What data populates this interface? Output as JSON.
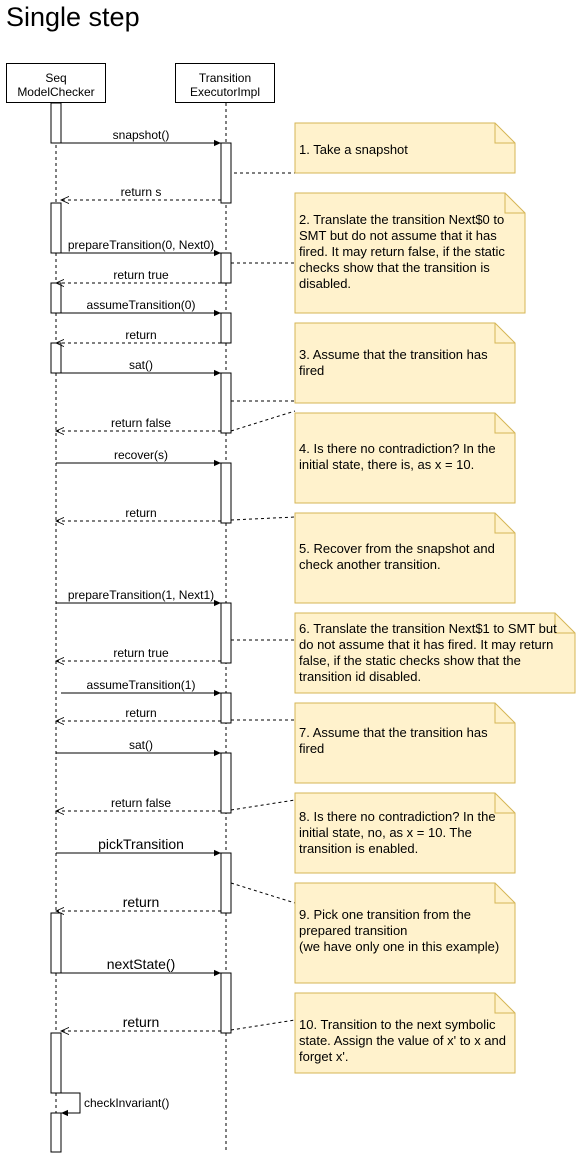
{
  "title": "Single step",
  "lifelines": [
    {
      "id": "seq",
      "line1": "Seq",
      "line2": "ModelChecker"
    },
    {
      "id": "exec",
      "line1": "Transition",
      "line2": "ExecutorImpl"
    }
  ],
  "messages": [
    {
      "label": "snapshot()"
    },
    {
      "label": "return s"
    },
    {
      "label": "prepareTransition(0, Next0)"
    },
    {
      "label": "return true"
    },
    {
      "label": "assumeTransition(0)"
    },
    {
      "label": "return"
    },
    {
      "label": "sat()"
    },
    {
      "label": "return false"
    },
    {
      "label": "recover(s)"
    },
    {
      "label": "return"
    },
    {
      "label": "prepareTransition(1, Next1)"
    },
    {
      "label": "return true"
    },
    {
      "label": "assumeTransition(1)"
    },
    {
      "label": "return"
    },
    {
      "label": "sat()"
    },
    {
      "label": "return false"
    },
    {
      "label": "pickTransition"
    },
    {
      "label": "return"
    },
    {
      "label": "nextState()"
    },
    {
      "label": "return"
    },
    {
      "label": "checkInvariant()"
    }
  ],
  "notes": [
    {
      "text": "1. Take a snapshot"
    },
    {
      "text": "2. Translate the transition Next$0 to SMT but do not assume that it has fired. It may return false, if the static checks show that the transition is disabled."
    },
    {
      "text": "3. Assume that the transition has fired"
    },
    {
      "text": "4. Is there no contradiction? In the initial state, there is, as x = 10."
    },
    {
      "text": "5. Recover from the snapshot and check another transition."
    },
    {
      "text": "6. Translate the transition Next$1 to SMT but do not assume that it has fired. It may return false, if the static checks show that the transition id disabled."
    },
    {
      "text": "7. Assume that the transition has fired"
    },
    {
      "text": "8. Is there no contradiction? In the initial state, no, as x = 10. The transition is enabled."
    },
    {
      "text": "9. Pick one transition from the prepared transition\n(we have only one in this example)"
    },
    {
      "text": "10. Transition to the next symbolic state. Assign the value of x' to x and forget x'."
    }
  ],
  "colors": {
    "note_fill": "#fff2cc",
    "note_stroke": "#d6b656",
    "line": "#000000"
  }
}
